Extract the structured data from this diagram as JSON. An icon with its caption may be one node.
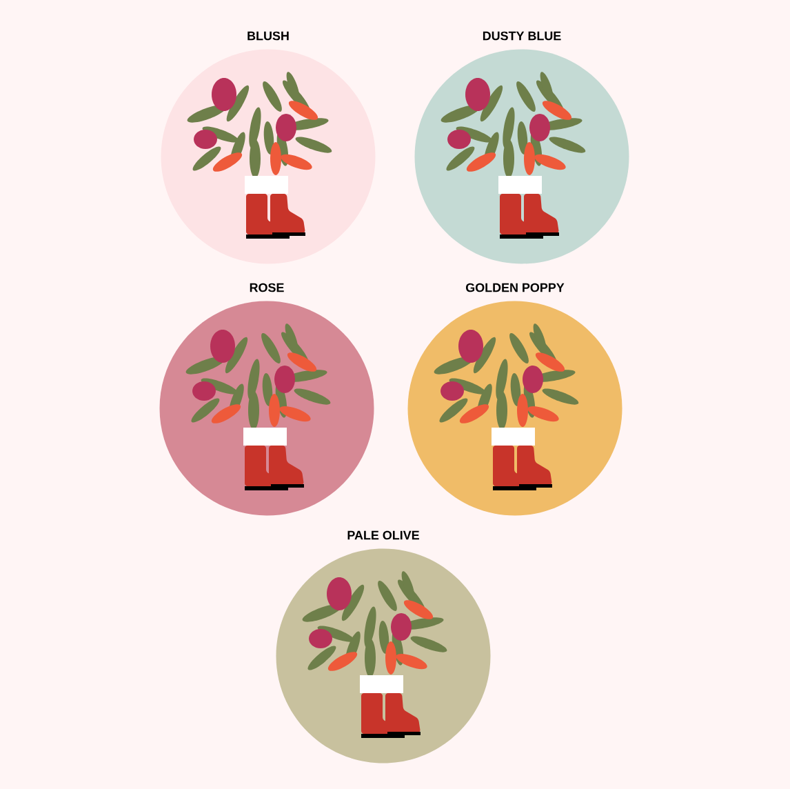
{
  "diagram": {
    "nodes": [
      {
        "text": [
          "BLUSH"
        ]
      },
      {
        "text": [
          "DUSTY BLUE"
        ]
      },
      {
        "text": [
          "ROSE"
        ]
      },
      {
        "text": [
          "GOLDEN POPPY"
        ]
      },
      {
        "text": [
          "PALE OLIVE"
        ]
      }
    ]
  }
}
